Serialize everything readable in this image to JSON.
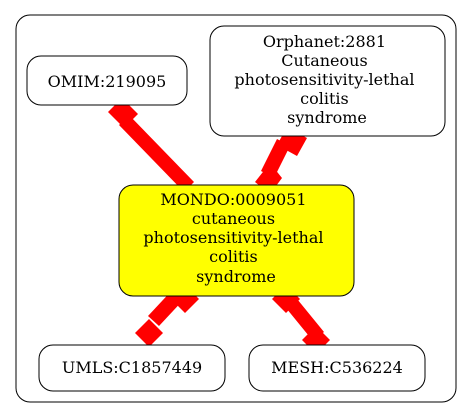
{
  "colors": {
    "background": "#ffffff",
    "node_fill": "#ffffff",
    "center_fill": "#ffff00",
    "stroke": "#000000",
    "edge": "#ff0000"
  },
  "nodes": {
    "omim": {
      "lines": [
        "OMIM:219095"
      ]
    },
    "orphanet": {
      "lines": [
        "Orphanet:2881",
        "Cutaneous",
        "photosensitivity-lethal",
        "colitis",
        "syndrome"
      ]
    },
    "mondo": {
      "lines": [
        "MONDO:0009051",
        "cutaneous",
        "photosensitivity-lethal",
        "colitis",
        "syndrome"
      ]
    },
    "umls": {
      "lines": [
        "UMLS:C1857449"
      ]
    },
    "mesh": {
      "lines": [
        "MESH:C536224"
      ]
    }
  }
}
